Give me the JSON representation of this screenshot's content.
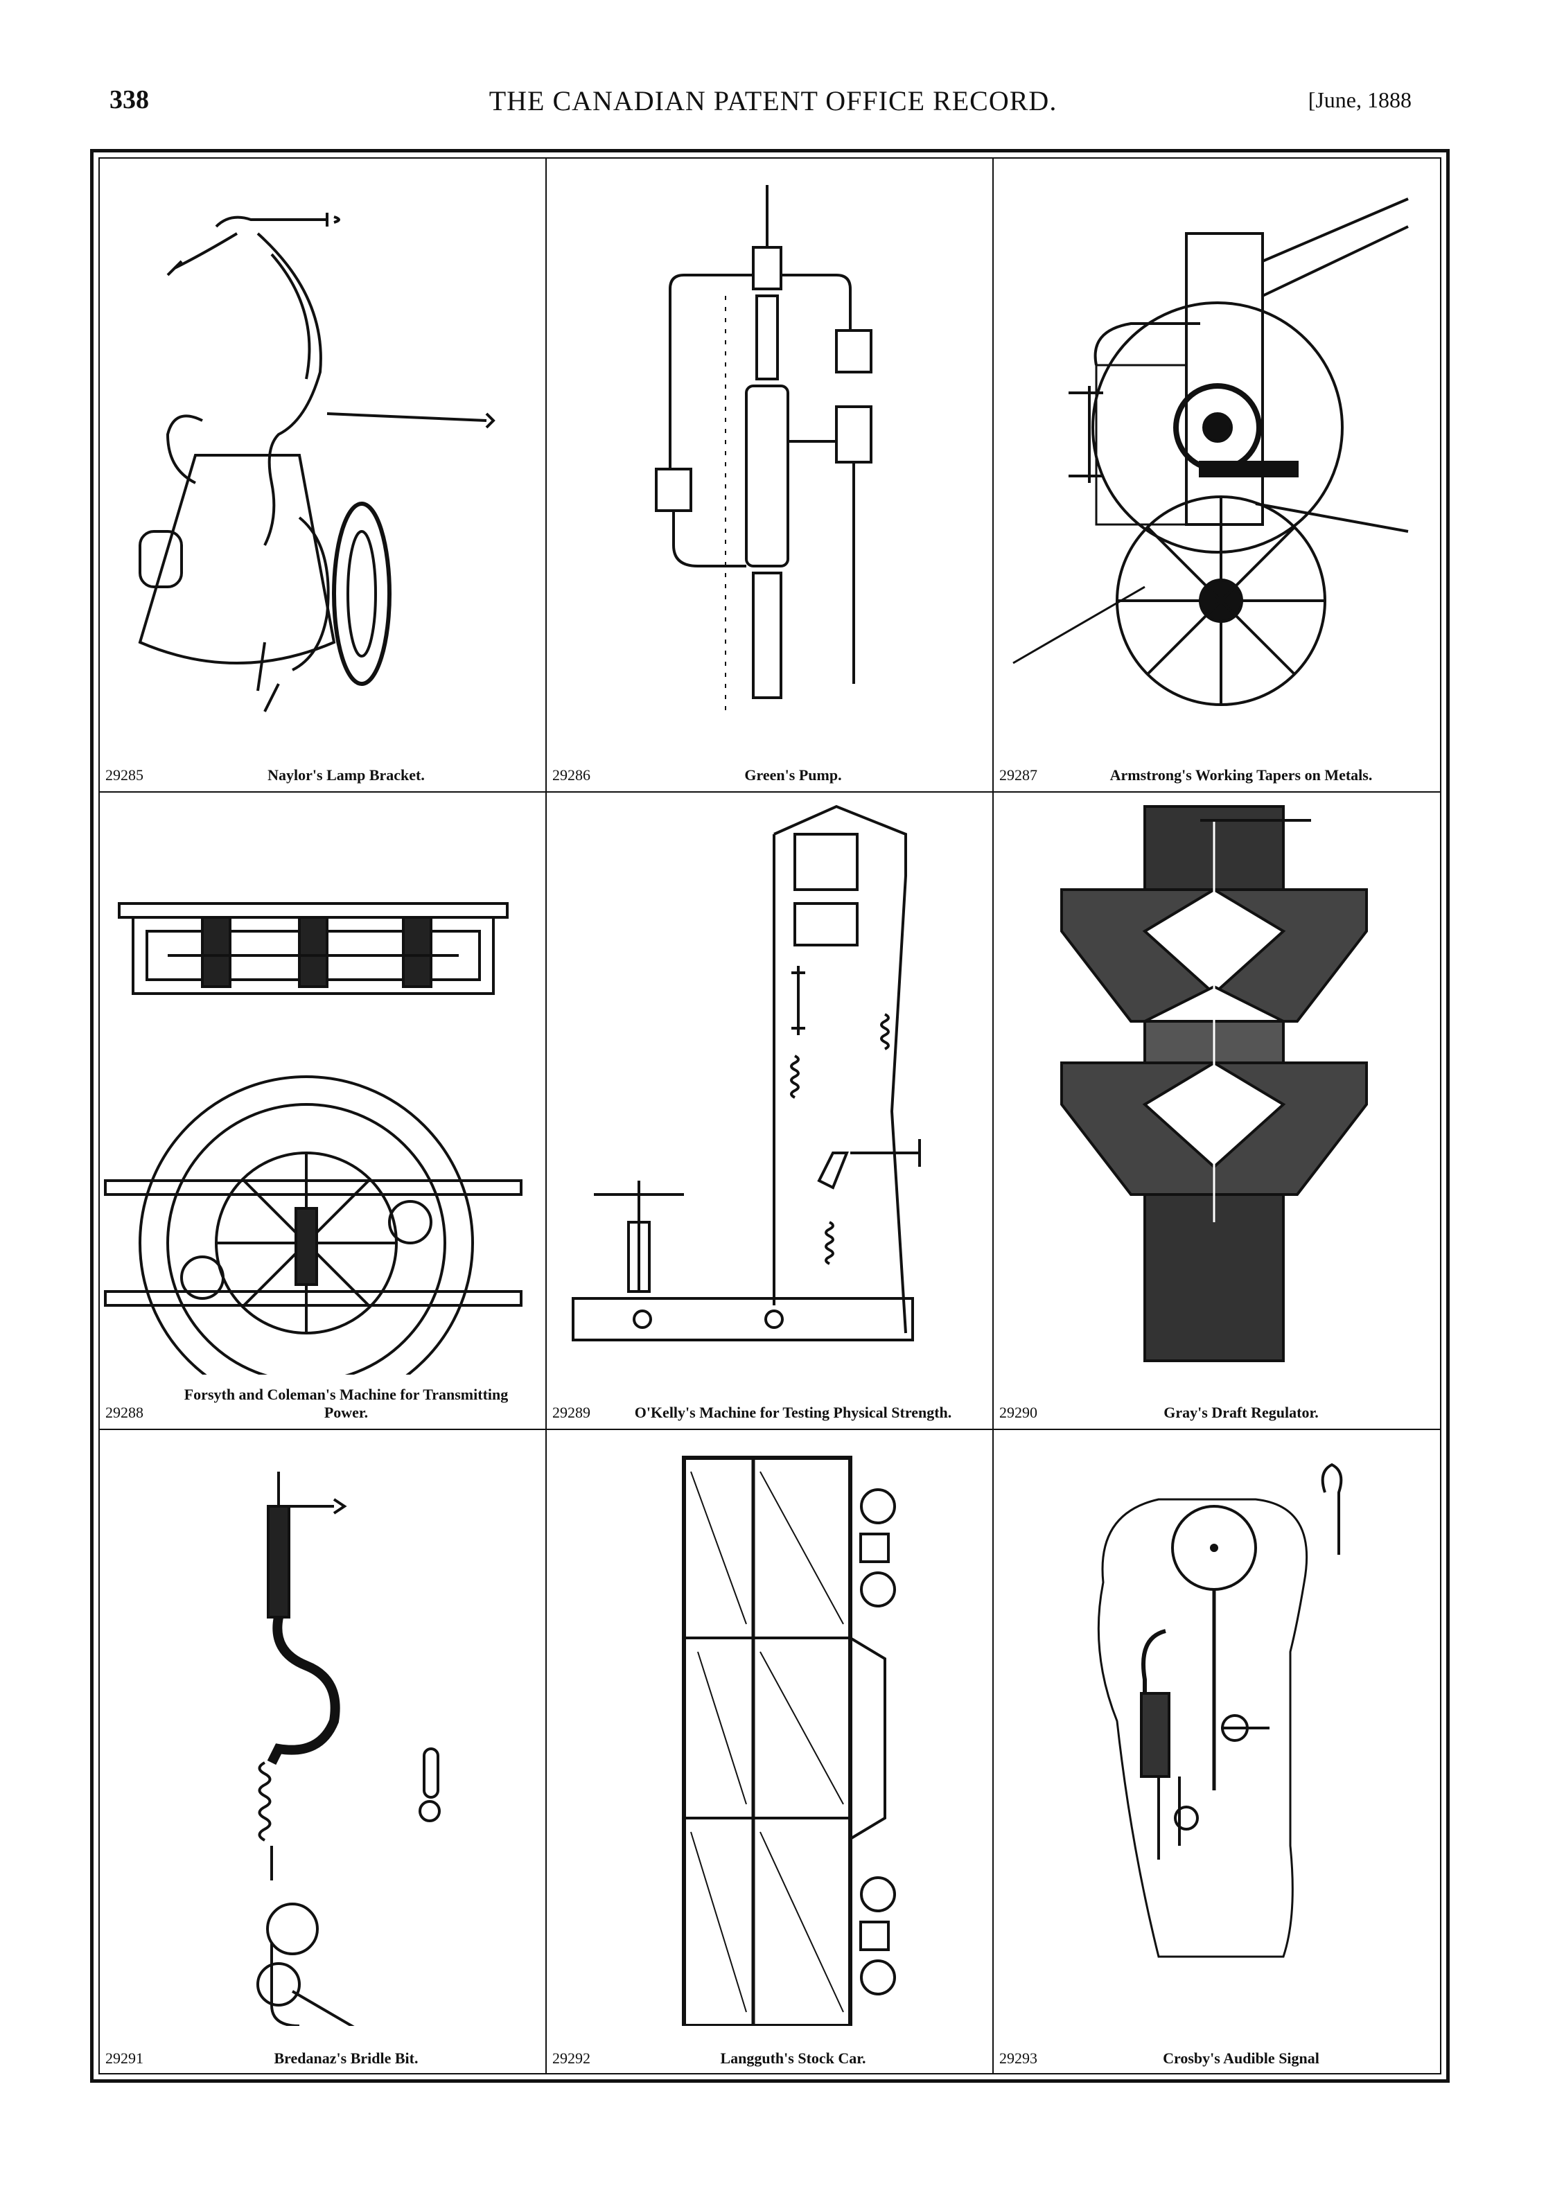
{
  "header": {
    "page_number": "338",
    "title": "THE CANADIAN PATENT OFFICE RECORD.",
    "date": "[June, 1888"
  },
  "patents": [
    {
      "number": "29285",
      "name": "Naylor's Lamp Bracket."
    },
    {
      "number": "29286",
      "name": "Green's Pump."
    },
    {
      "number": "29287",
      "name": "Armstrong's Working Tapers on Metals."
    },
    {
      "number": "29288",
      "name": "Forsyth and Coleman's Machine for Transmitting Power."
    },
    {
      "number": "29289",
      "name": "O'Kelly's Machine for Testing Physical Strength."
    },
    {
      "number": "29290",
      "name": "Gray's Draft Regulator."
    },
    {
      "number": "29291",
      "name": "Bredanaz's Bridle Bit."
    },
    {
      "number": "29292",
      "name": "Langguth's Stock Car."
    },
    {
      "number": "29293",
      "name": "Crosby's Audible Signal"
    }
  ]
}
